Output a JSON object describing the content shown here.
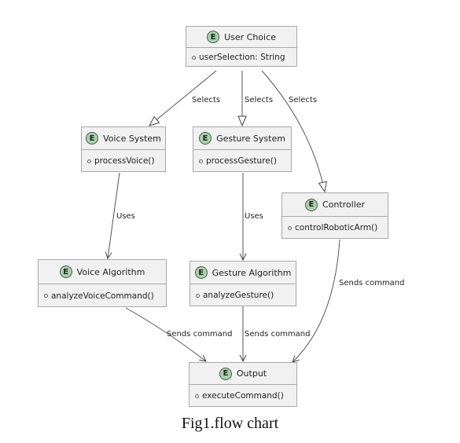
{
  "classes": {
    "user_choice": {
      "badge": "E",
      "name": "User Choice",
      "member": "userSelection: String"
    },
    "voice_system": {
      "badge": "E",
      "name": "Voice System",
      "member": "processVoice()"
    },
    "gesture_system": {
      "badge": "E",
      "name": "Gesture System",
      "member": "processGesture()"
    },
    "controller": {
      "badge": "E",
      "name": "Controller",
      "member": "controlRoboticArm()"
    },
    "voice_algorithm": {
      "badge": "E",
      "name": "Voice Algorithm",
      "member": "analyzeVoiceCommand()"
    },
    "gesture_algorithm": {
      "badge": "E",
      "name": "Gesture Algorithm",
      "member": "analyzeGesture()"
    },
    "output": {
      "badge": "E",
      "name": "Output",
      "member": "executeCommand()"
    }
  },
  "edges": {
    "selects_voice": "Selects",
    "selects_gesture": "Selects",
    "selects_controller": "Selects",
    "uses_voice": "Uses",
    "uses_gesture": "Uses",
    "sends_voice": "Sends command",
    "sends_gesture": "Sends command",
    "sends_controller": "Sends command"
  },
  "caption": "Fig1.flow chart"
}
